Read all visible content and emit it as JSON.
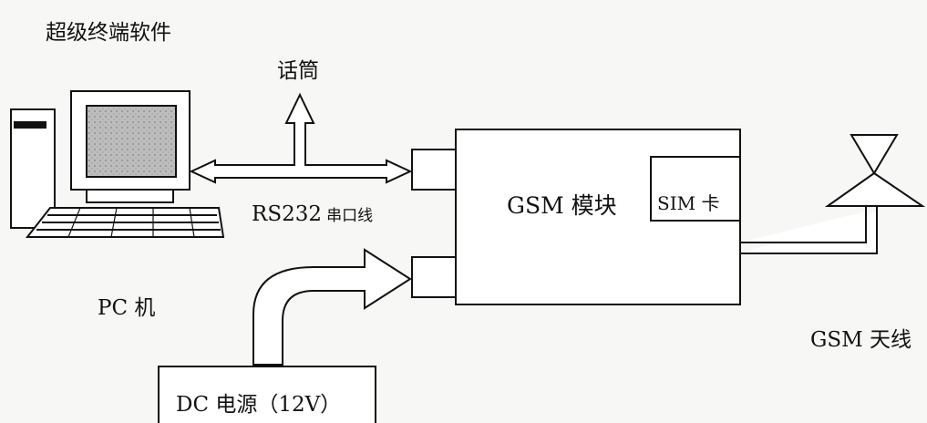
{
  "labels": {
    "software": "超级终端软件",
    "mic": "话筒",
    "serial_main": "RS232",
    "serial_sub": "串口线",
    "pc": "PC 机",
    "gsm_module": "GSM 模块",
    "sim": "SIM 卡",
    "antenna": "GSM 天线",
    "power": "DC 电源（12V）"
  },
  "colors": {
    "line": "#111111",
    "screen": "#b9b9b9",
    "background": "#f7f7f5"
  }
}
